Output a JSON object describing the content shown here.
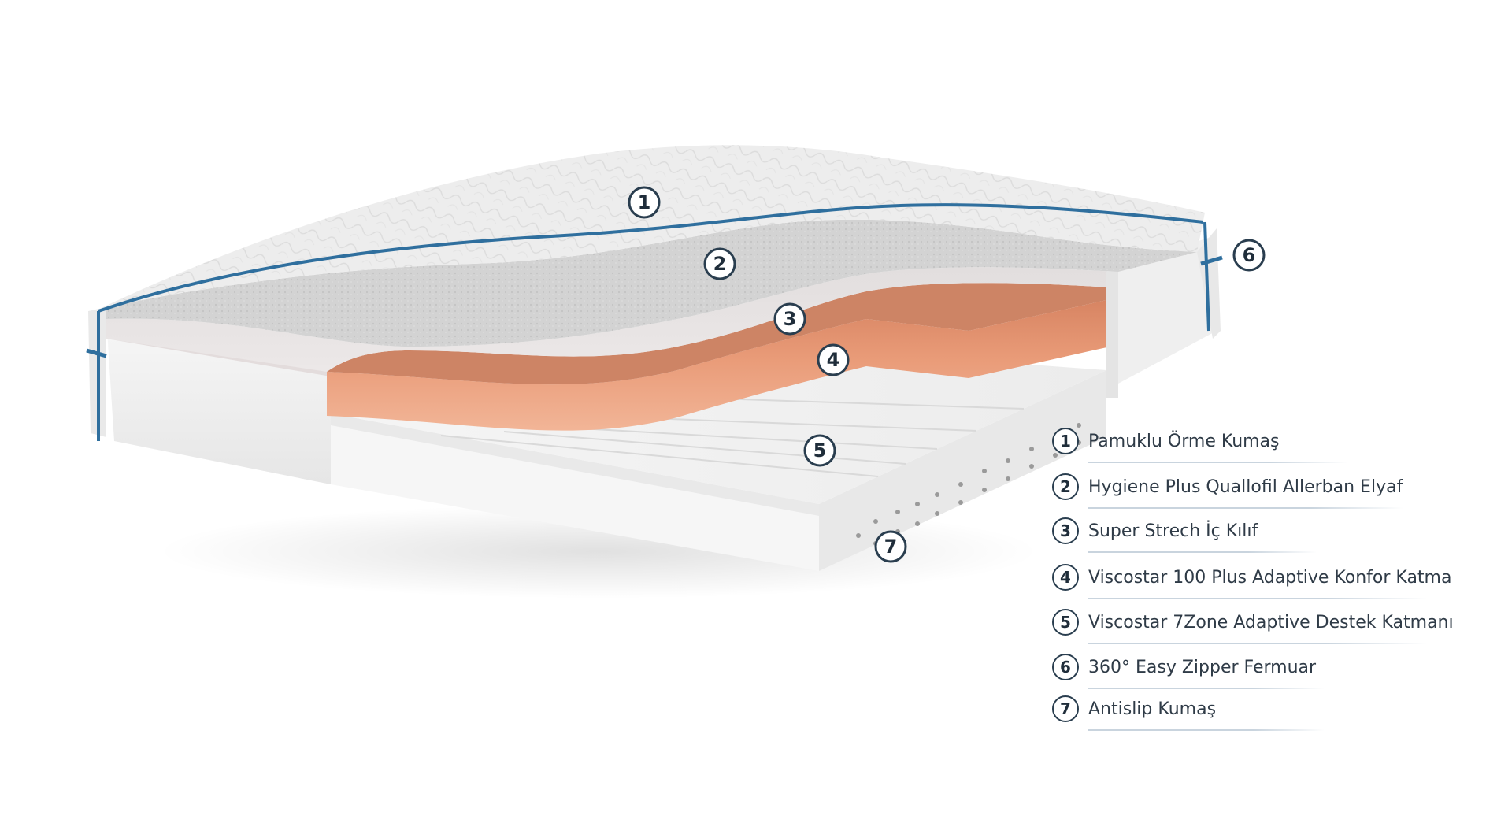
{
  "diagram": {
    "callouts": [
      {
        "number": "1"
      },
      {
        "number": "2"
      },
      {
        "number": "3"
      },
      {
        "number": "4"
      },
      {
        "number": "5"
      },
      {
        "number": "6"
      },
      {
        "number": "7"
      }
    ],
    "legend": [
      {
        "number": "1",
        "label": "Pamuklu Örme Kumaş"
      },
      {
        "number": "2",
        "label": "Hygiene Plus Quallofil Allerban Elyaf"
      },
      {
        "number": "3",
        "label": "Super Strech İç Kılıf"
      },
      {
        "number": "4",
        "label": "Viscostar 100 Plus Adaptive Konfor Katma"
      },
      {
        "number": "5",
        "label": "Viscostar 7Zone Adaptive Destek Katmanı"
      },
      {
        "number": "6",
        "label": "360° Easy Zipper Fermuar"
      },
      {
        "number": "7",
        "label": "Antislip Kumaş"
      }
    ],
    "colors": {
      "zipper": "#2f6f9e",
      "foam_comfort": "#e79a78",
      "quilted_top": "#ececec",
      "fiber_layer": "#d4d4d4",
      "base_foam": "#f4f4f4"
    }
  }
}
